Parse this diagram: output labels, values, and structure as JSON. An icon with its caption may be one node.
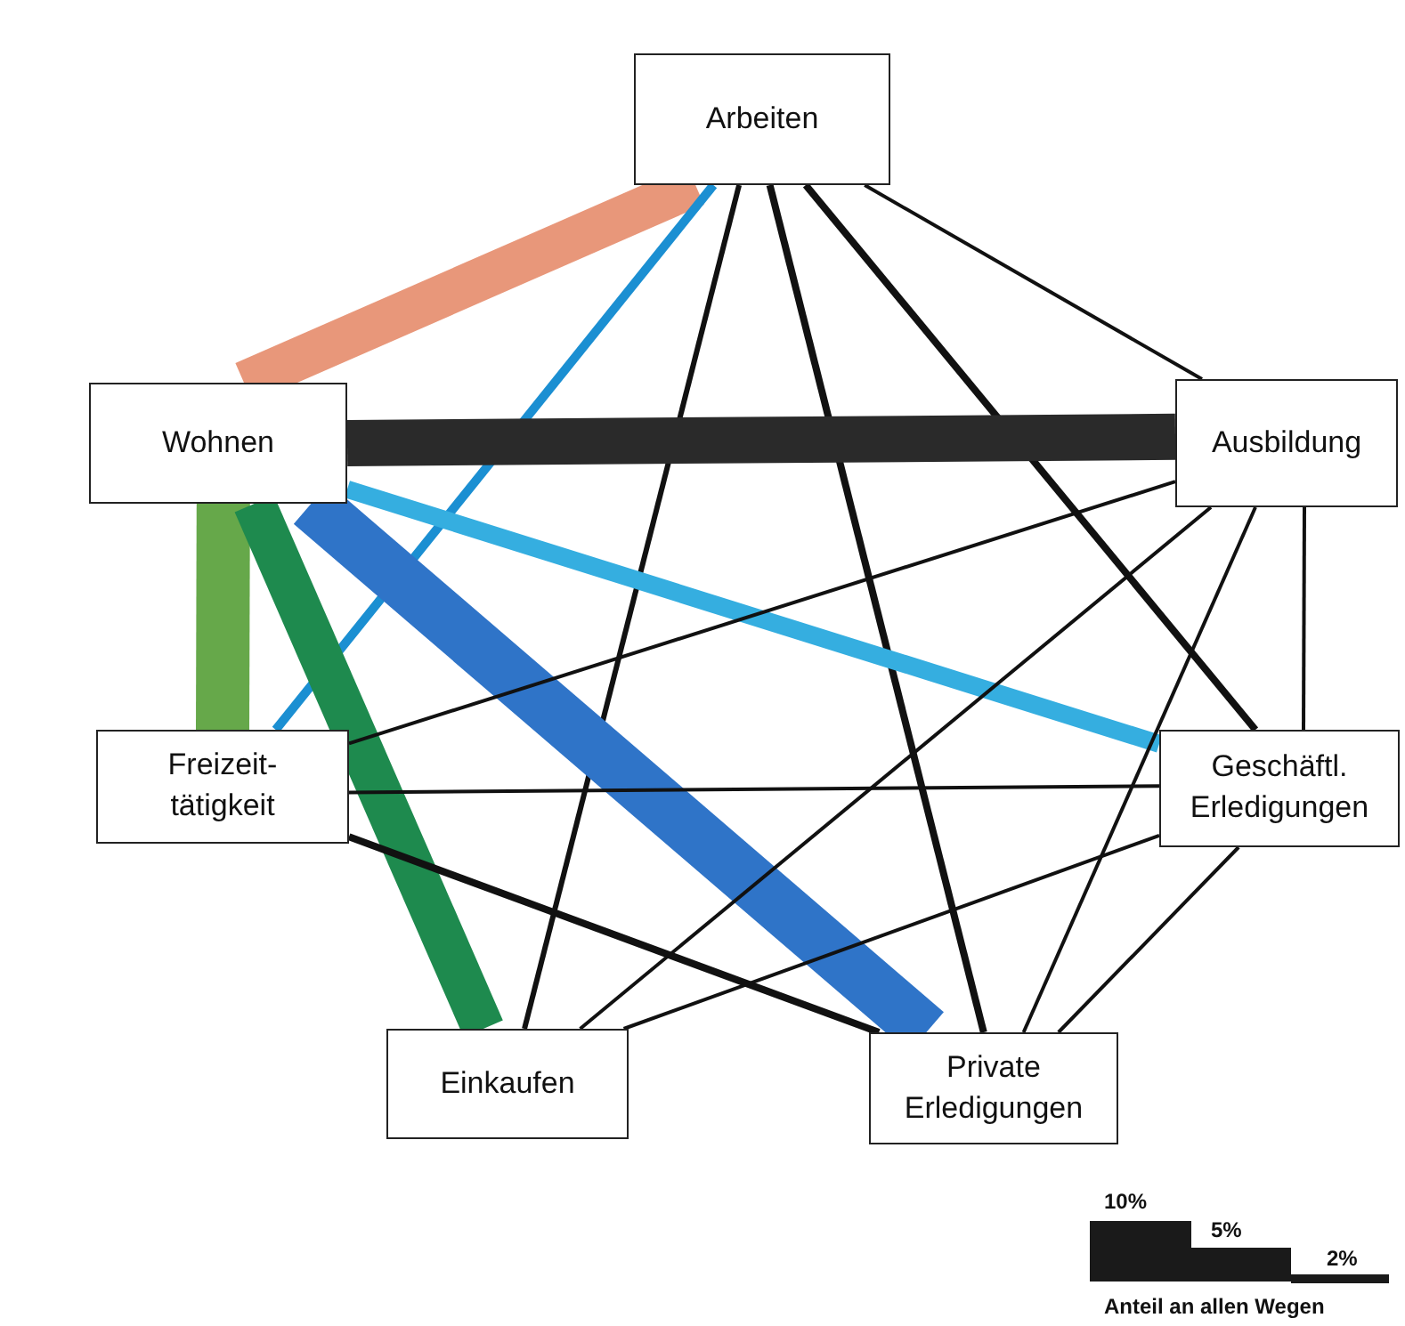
{
  "diagram": {
    "nodes": [
      {
        "text": [
          "Arbeiten"
        ]
      },
      {
        "text": [
          "Wohnen"
        ]
      },
      {
        "text": [
          "Ausbildung"
        ]
      },
      {
        "text": [
          "Freizeit- tätigkeit"
        ]
      },
      {
        "text": [
          "Geschäftl. Erledigungen"
        ]
      },
      {
        "text": [
          "Einkaufen"
        ]
      },
      {
        "text": [
          "Private Erledigungen"
        ]
      }
    ],
    "edges": [
      {
        "from": 1,
        "to": 0,
        "arrow": "none",
        "style": "thick",
        "color": "#e8977a"
      },
      {
        "from": 3,
        "to": 0,
        "arrow": "none",
        "color": "#1b8fd2"
      },
      {
        "from": 0,
        "to": 5,
        "arrow": "none"
      },
      {
        "from": 0,
        "to": 6,
        "arrow": "none"
      },
      {
        "from": 0,
        "to": 4,
        "arrow": "none"
      },
      {
        "from": 0,
        "to": 2,
        "arrow": "none"
      },
      {
        "from": 1,
        "to": 2,
        "arrow": "none",
        "style": "thick",
        "color": "#2a2a2a"
      },
      {
        "from": 1,
        "to": 3,
        "arrow": "none",
        "style": "thick",
        "color": "#66a84a"
      },
      {
        "from": 1,
        "to": 5,
        "arrow": "none",
        "style": "thick",
        "color": "#1e8a4e"
      },
      {
        "from": 1,
        "to": 6,
        "arrow": "none",
        "style": "thick",
        "color": "#2f74c8"
      },
      {
        "from": 1,
        "to": 4,
        "arrow": "none",
        "style": "thick",
        "color": "#35aee0"
      },
      {
        "from": 2,
        "to": 3,
        "arrow": "none"
      },
      {
        "from": 2,
        "to": 5,
        "arrow": "none"
      },
      {
        "from": 2,
        "to": 6,
        "arrow": "none"
      },
      {
        "from": 2,
        "to": 4,
        "arrow": "none"
      },
      {
        "from": 3,
        "to": 4,
        "arrow": "none"
      },
      {
        "from": 3,
        "to": 6,
        "arrow": "none"
      },
      {
        "from": 4,
        "to": 5,
        "arrow": "none"
      },
      {
        "from": 4,
        "to": 6,
        "arrow": "none"
      }
    ],
    "labels": [
      "Anteil an allen Wegen"
    ],
    "legend": [
      {
        "text": "10%"
      },
      {
        "text": "5%"
      },
      {
        "text": "2%"
      }
    ]
  }
}
